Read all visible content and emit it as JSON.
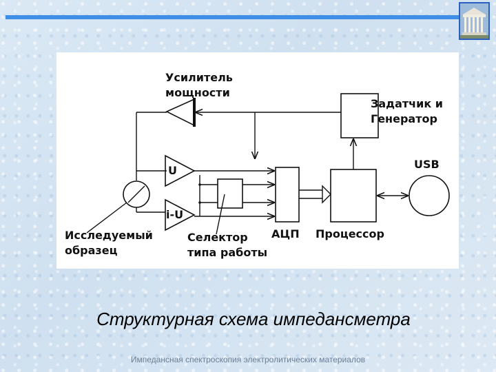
{
  "slide": {
    "caption": "Структурная схема импедансметра",
    "footer": "Импедансная спектроскопия электролитических материалов",
    "accent_color": "#3f8fe6",
    "logo_icon": "building-columns-icon"
  },
  "diagram": {
    "labels": {
      "power_amp_line1": "Усилитель",
      "power_amp_line2": "мощности",
      "generator_line1": "Задатчик и",
      "generator_line2": "Генератор",
      "usb": "USB",
      "amp_u": "U",
      "amp_iu": "i-U",
      "adc": "АЦП",
      "processor": "Процессор",
      "sample_line1": "Исследуемый",
      "sample_line2": "образец",
      "selector_line1": "Селектор",
      "selector_line2": "типа работы"
    }
  }
}
